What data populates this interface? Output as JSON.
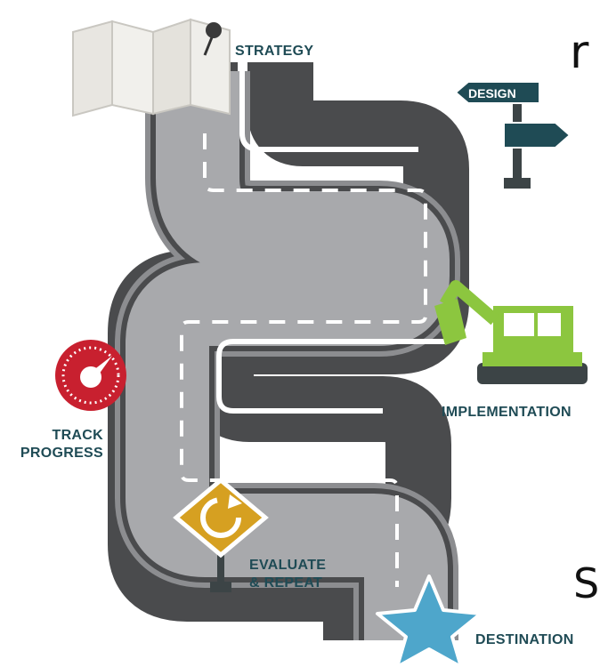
{
  "labels": {
    "strategy": "STRATEGY",
    "design": "DESIGN",
    "implementation": "IMPLEMENTATION",
    "track_line1": "TRACK",
    "track_line2": "PROGRESS",
    "evaluate_line1": "EVALUATE",
    "evaluate_line2": "& REPEAT",
    "destination": "DESTINATION"
  },
  "edge_text": {
    "top": "r",
    "bottom": "S"
  },
  "colors": {
    "road_outer": "#4a4b4d",
    "road_border": "#8c8d90",
    "road_surface": "#a8a9ac",
    "dash": "#ffffff",
    "label_text": "#1f4b55",
    "design_sign": "#1f4b55",
    "excavator": "#8cc63f",
    "gauge": "#c8202f",
    "evaluate_sign": "#d6a021",
    "star": "#4ea6cb",
    "map": "#e8e6e1"
  },
  "icons": [
    "map-icon",
    "pin-icon",
    "signpost-icon",
    "excavator-icon",
    "gauge-icon",
    "refresh-sign-icon",
    "star-icon"
  ]
}
